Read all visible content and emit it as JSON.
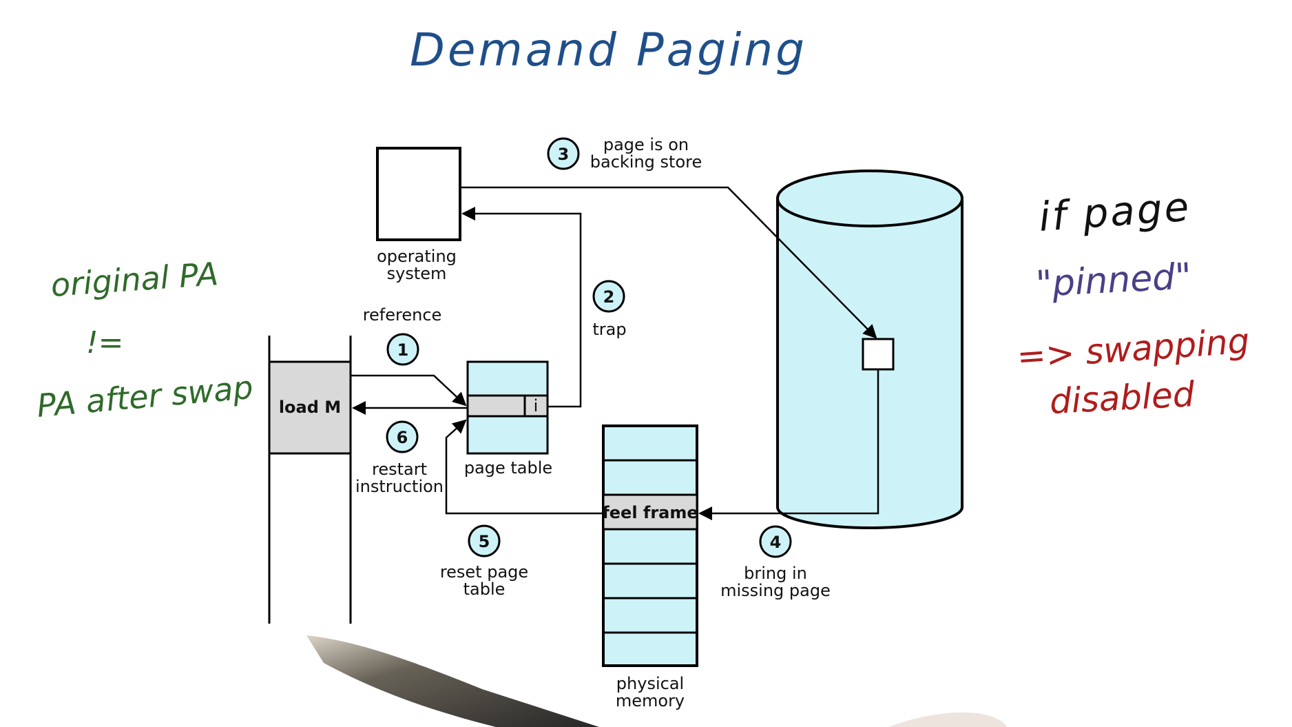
{
  "title": "Demand Paging",
  "left_note": {
    "line1": "original PA",
    "line2": "!=",
    "line3": "PA after swap"
  },
  "right_note": {
    "line1": "if page",
    "line2": "\"pinned\"",
    "line3": "=> swapping",
    "line4": "disabled"
  },
  "diagram": {
    "os_label_1": "operating",
    "os_label_2": "system",
    "reference_label": "reference",
    "instruction_label": "load M",
    "page_table_entry": "i",
    "page_table_label": "page table",
    "trap_label": "trap",
    "backing_label_1": "page is on",
    "backing_label_2": "backing store",
    "free_frame_label": "feel frame",
    "physical_label_1": "physical",
    "physical_label_2": "memory",
    "restart_label_1": "restart",
    "restart_label_2": "instruction",
    "reset_label_1": "reset page",
    "reset_label_2": "table",
    "bring_label_1": "bring in",
    "bring_label_2": "missing page",
    "steps": [
      "1",
      "2",
      "3",
      "4",
      "5",
      "6"
    ]
  },
  "colors": {
    "title": "#1f4f8a",
    "left_note": "#2f6a2a",
    "right_if": "#111111",
    "right_pinned": "#4a3f86",
    "right_swap": "#b01c1c",
    "cyan_fill": "#cdf3f8",
    "gray_fill": "#d9d9d9"
  }
}
